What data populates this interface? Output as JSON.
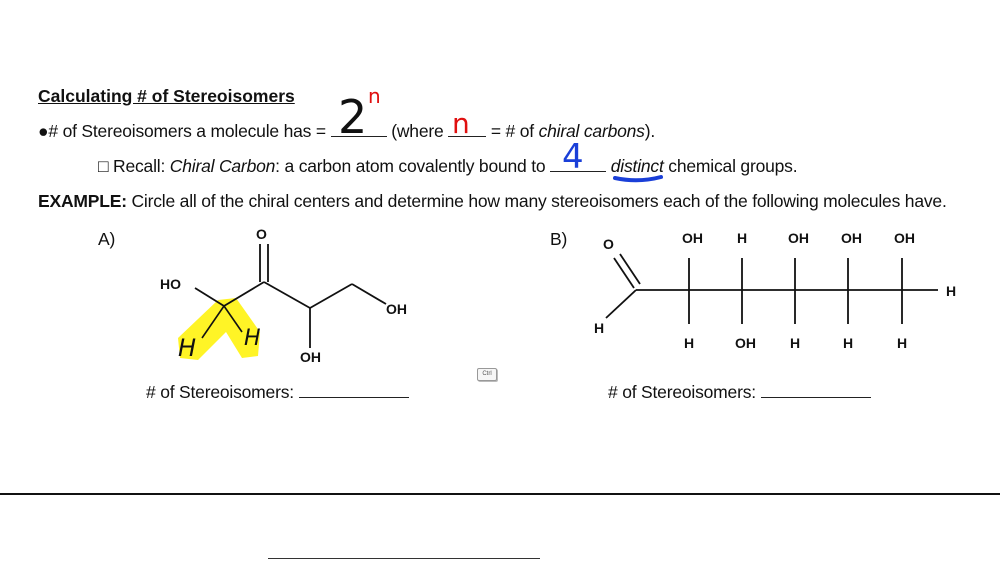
{
  "heading": "Calculating # of Stereoisomers",
  "line1": {
    "bullet": "●",
    "text_a": "# of Stereoisomers a molecule has = ",
    "hand_base": "2",
    "hand_exp": "n",
    "text_b": " (where ",
    "hand_n": "n",
    "text_c": " = # of ",
    "text_c_italic": "chiral carbons",
    "text_d": ")."
  },
  "line2": {
    "checkbox": "□",
    "text_a": " Recall: ",
    "italic_a": "Chiral Carbon",
    "text_b": ": a carbon atom covalently bound to ",
    "hand_num": "4",
    "italic_b": "distinct",
    "text_c": " chemical groups."
  },
  "example": {
    "label": "EXAMPLE:",
    "text": " Circle all of the chiral centers and determine how many stereoisomers each of the following molecules have."
  },
  "molecule_a": {
    "label": "A)",
    "atoms": {
      "o_top": "O",
      "ho": "HO",
      "oh_right": "OH",
      "oh_bottom": "OH"
    },
    "hand_h1": "H",
    "hand_h2": "H",
    "count_label": "# of Stereoisomers: "
  },
  "molecule_b": {
    "label": "B)",
    "atoms": {
      "o": "O",
      "h_ald": "H",
      "h_end": "H",
      "top": [
        "OH",
        "H",
        "OH",
        "OH",
        "OH"
      ],
      "bottom": [
        "H",
        "OH",
        "H",
        "H",
        "H"
      ]
    },
    "count_label": "# of Stereoisomers: "
  },
  "ctrl_tag": "Ctrl",
  "colors": {
    "red_ink": "#e01010",
    "blue_ink": "#1a3fd8",
    "black_ink": "#111111",
    "highlight": "#fff200"
  }
}
